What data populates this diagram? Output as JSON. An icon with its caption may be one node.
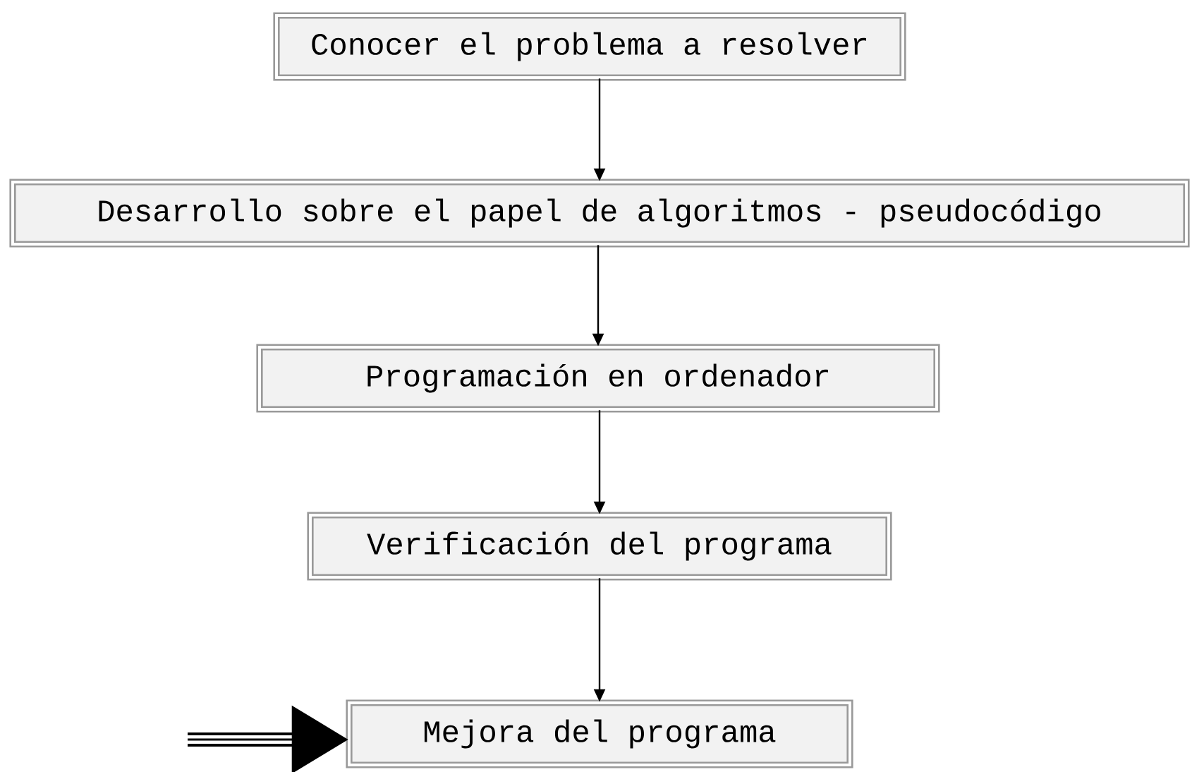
{
  "diagram": {
    "nodes": [
      {
        "text": [
          "Conocer el problema a resolver"
        ]
      },
      {
        "text": [
          "Desarrollo sobre el papel de algoritmos - pseudocódigo"
        ]
      },
      {
        "text": [
          "Programación en ordenador"
        ]
      },
      {
        "text": [
          "Verificación del programa"
        ]
      },
      {
        "text": [
          "Mejora del programa"
        ]
      }
    ],
    "edges": [
      {
        "from": 0,
        "to": 1,
        "arrow": "to"
      },
      {
        "from": 1,
        "to": 2,
        "arrow": "to"
      },
      {
        "from": 2,
        "to": 3,
        "arrow": "to"
      },
      {
        "from": 3,
        "to": 4,
        "arrow": "to"
      },
      {
        "from": null,
        "to": 4,
        "arrow": "to",
        "style": "thick"
      }
    ]
  }
}
